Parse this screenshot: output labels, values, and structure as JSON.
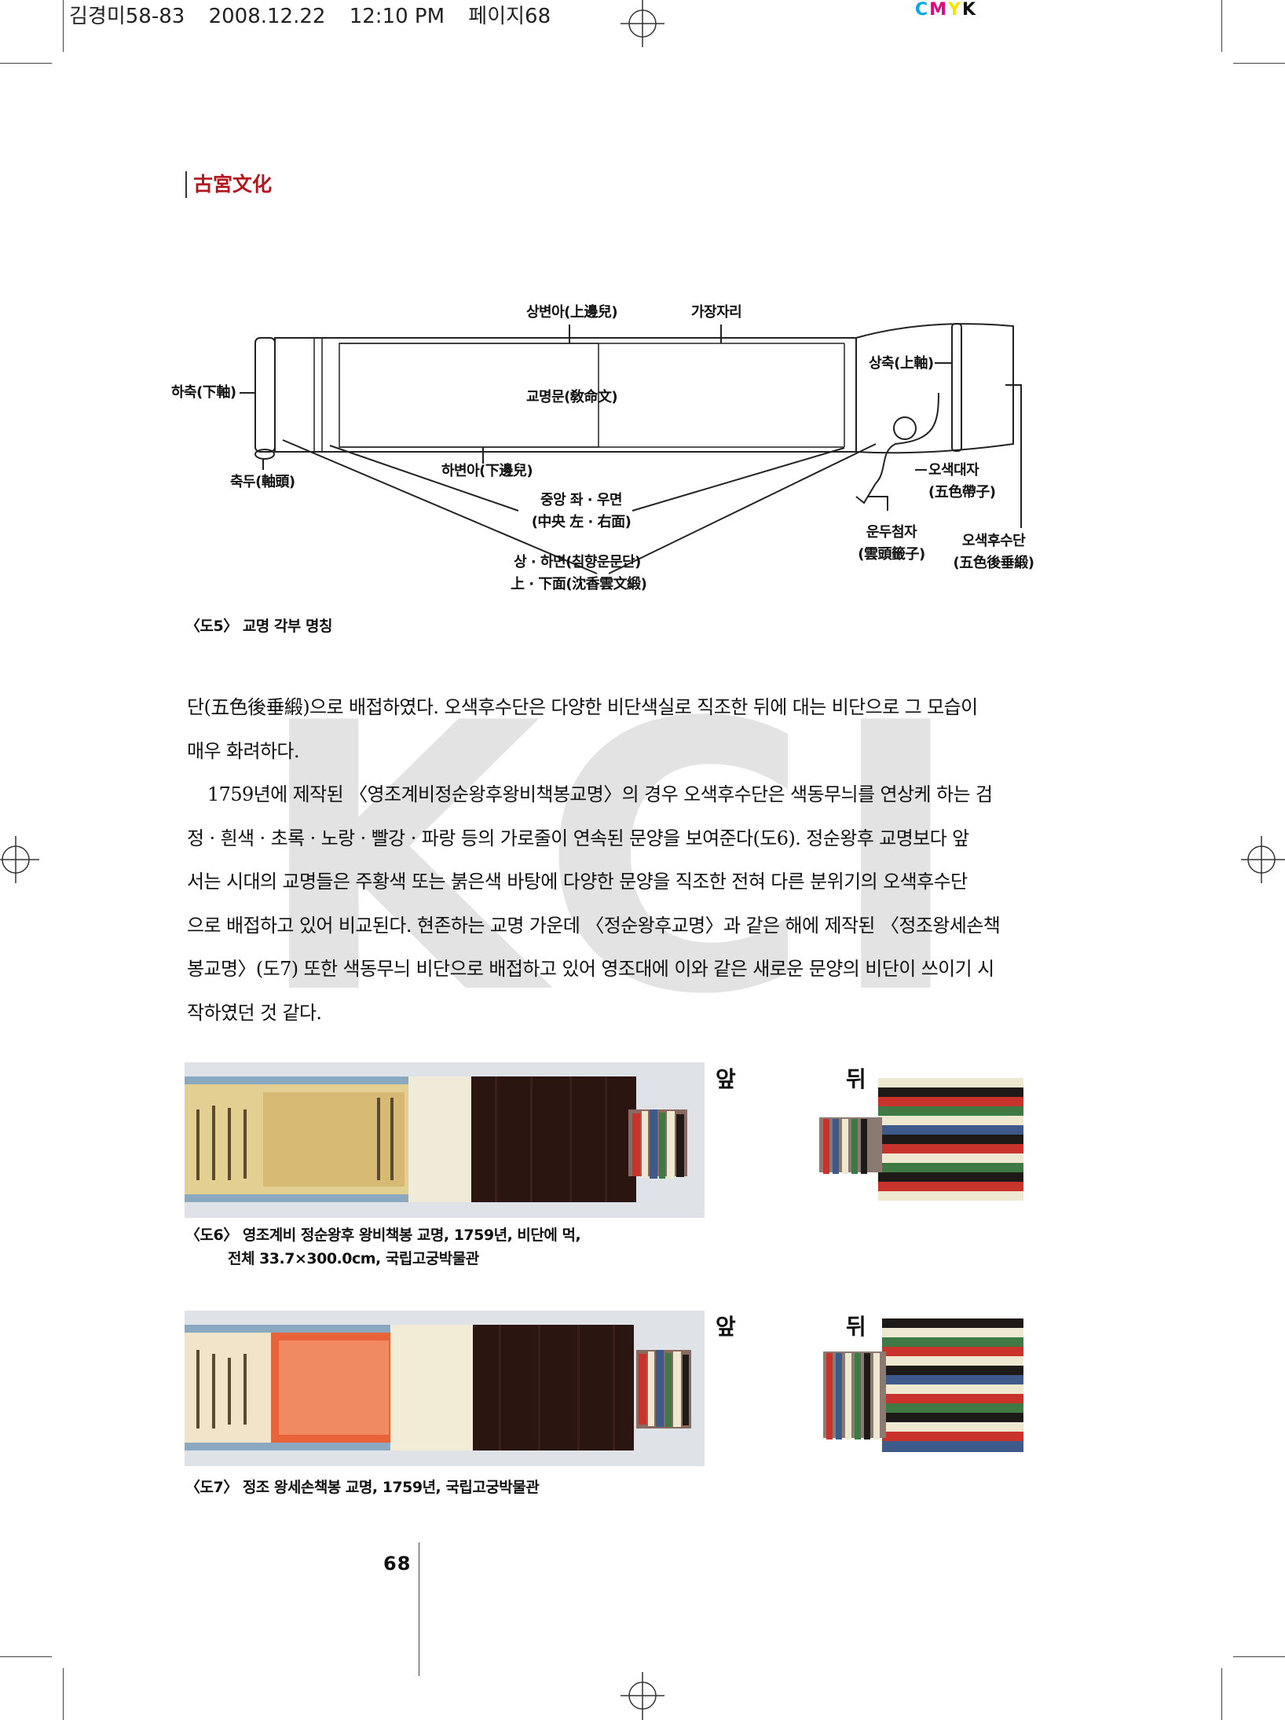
{
  "print_header": {
    "file": "김경미58-83",
    "date": "2008.12.22",
    "time": "12:10 PM",
    "page": "페이지68",
    "color_mark": {
      "c": "C",
      "m": "M",
      "y": "Y",
      "k": "K"
    }
  },
  "journal_title": "古宮文化",
  "diagram": {
    "labels": {
      "top_border": "상변아(上邊兒)",
      "edge": "가장자리",
      "lower_roller": "하축(下軸)",
      "upper_roller": "상축(上軸)",
      "text": "교명문(敎命文)",
      "roller_head": "축두(軸頭)",
      "bottom_border": "하변아(下邊兒)",
      "center_left_right_1": "중앙 좌 · 우면",
      "center_left_right_2": "(中央 左 · 右面)",
      "top_bottom_1": "상 · 하면(침향운문단)",
      "top_bottom_2": "上 · 下面(沈香雲文緞)",
      "five_color_tie_1": "오색대자",
      "five_color_tie_2": "(五色帶子)",
      "cloud_hook_1": "운두첨자",
      "cloud_hook_2": "(雲頭籤子)",
      "rear_silk_1": "오색후수단",
      "rear_silk_2": "(五色後垂緞)"
    },
    "caption": "〈도5〉 교명 각부 명칭"
  },
  "body": {
    "p1_l1": "단(五色後垂緞)으로 배접하였다. 오색후수단은 다양한 비단색실로 직조한 뒤에 대는 비단으로 그 모습이",
    "p1_l2": "매우 화려하다.",
    "p2_l1": "1759년에 제작된 〈영조계비정순왕후왕비책봉교명〉의 경우 오색후수단은 색동무늬를 연상케 하는 검",
    "p2_l2": "정 · 흰색 · 초록 · 노랑 · 빨강 · 파랑 등의 가로줄이 연속된 문양을 보여준다(도6). 정순왕후 교명보다 앞",
    "p2_l3": "서는 시대의 교명들은 주황색 또는 붉은색 바탕에 다양한 문양을 직조한 전혀 다른 분위기의 오색후수단",
    "p2_l4": "으로 배접하고 있어 비교된다. 현존하는 교명 가운데 〈정순왕후교명〉과 같은 해에 제작된 〈정조왕세손책",
    "p2_l5": "봉교명〉(도7) 또한 색동무늬 비단으로 배접하고 있어 영조대에 이와 같은 새로운 문양의 비단이 쓰이기 시",
    "p2_l6": "작하였던 것 같다."
  },
  "watermark": "KCI",
  "figure6": {
    "front_label": "앞",
    "back_label": "뒤",
    "caption_l1": "〈도6〉 영조계비 정순왕후 왕비책봉 교명, 1759년, 비단에 먹,",
    "caption_l2": "전체 33.7×300.0cm, 국립고궁박물관"
  },
  "figure7": {
    "front_label": "앞",
    "back_label": "뒤",
    "caption": "〈도7〉 정조 왕세손책봉 교명, 1759년, 국립고궁박물관"
  },
  "page_number": "68",
  "colors": {
    "journal_red": "#b4141c",
    "silk_orange": "#e8623a",
    "dark_silk": "#2a1510",
    "stripe_red": "#c8342c",
    "stripe_green": "#3f7a45",
    "stripe_cream": "#efe8d0",
    "stripe_blue": "#3d5a8a",
    "stripe_black": "#1e1a18"
  }
}
